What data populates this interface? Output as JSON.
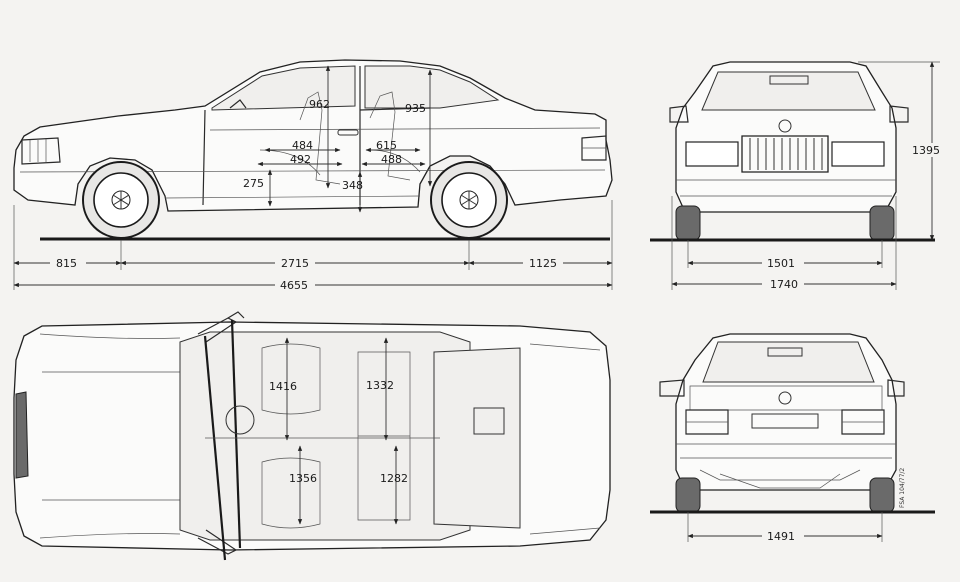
{
  "dimensions": {
    "side": {
      "front_overhang": "815",
      "wheelbase": "2715",
      "rear_overhang": "1125",
      "overall_length": "4655",
      "front_headroom": "962",
      "rear_headroom": "935",
      "front_knee_a": "484",
      "front_knee_b": "492",
      "rear_knee_a": "615",
      "rear_knee_b": "488",
      "front_seat_height": "275",
      "rear_seat_height": "348"
    },
    "front": {
      "overall_height": "1395",
      "front_track": "1501",
      "overall_width": "1740"
    },
    "top": {
      "front_shoulder": "1416",
      "rear_shoulder": "1332",
      "front_hip": "1356",
      "rear_hip": "1282"
    },
    "rear": {
      "rear_track": "1491"
    }
  },
  "stamp": "FSA 104/77/2"
}
